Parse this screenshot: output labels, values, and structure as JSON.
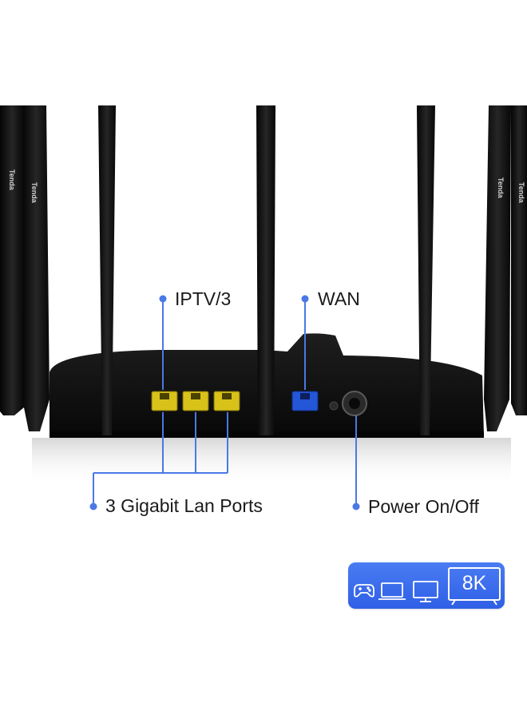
{
  "callouts": {
    "iptv": "IPTV/3",
    "wan": "WAN",
    "lan": "3 Gigabit Lan Ports",
    "power": "Power On/Off"
  },
  "badge": {
    "resolution": "8K",
    "icons": [
      "gamepad-icon",
      "laptop-icon",
      "monitor-icon",
      "tv-icon"
    ]
  },
  "colors": {
    "callout_line": "#4a78e6",
    "badge_bg": "#3a6cef",
    "lan_port": "#d8c21a",
    "wan_port": "#2456d8",
    "router_body": "#141414"
  }
}
